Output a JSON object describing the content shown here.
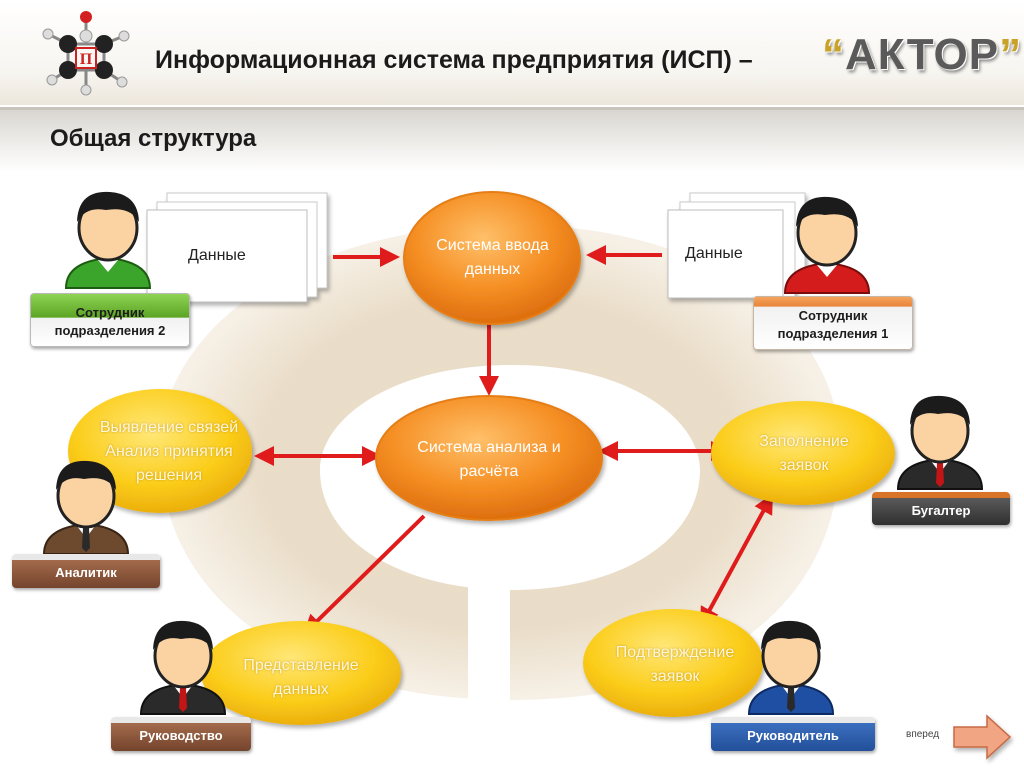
{
  "header": {
    "title": "Информационная система предприятия (ИСП) –",
    "brand_quote_open": "“",
    "brand": "АКТОР",
    "brand_quote_close": "”",
    "subtitle": "Общая структура"
  },
  "diagram": {
    "nodes": {
      "input": "Система ввода данных",
      "analysis": "Система анализа и расчёта",
      "links": "Выявление связей Анализ принятия решения",
      "requests": "Заполнение заявок",
      "presentation": "Представление данных",
      "confirm": "Подтверждение заявок"
    },
    "documents": {
      "left": "Данные",
      "right": "Данные"
    },
    "roles": {
      "employee2": "Сотрудник подразделения 2",
      "employee1": "Сотрудник подразделения 1",
      "accountant": "Бугалтер",
      "analyst": "Аналитик",
      "management": "Руководство",
      "manager": "Руководитель"
    }
  },
  "navigation": {
    "next_label": "вперед"
  },
  "colors": {
    "orange_node": "#f08a1c",
    "yellow_node": "#f7c615",
    "arrow": "#e01b1b",
    "ring": "#efe3cf",
    "shirt_green": "#3aa52a",
    "shirt_red": "#d41c1c",
    "suit_black": "#2a2a2a",
    "suit_brown": "#6d4a2e",
    "suit_blue": "#1f4fa3"
  }
}
